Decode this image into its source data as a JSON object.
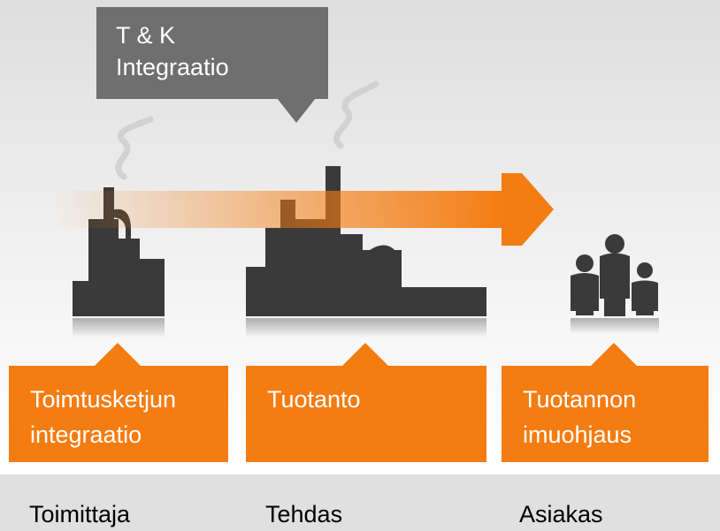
{
  "top_callout": {
    "lines": [
      "T & K",
      "Integraatio"
    ]
  },
  "callouts": [
    {
      "lines": [
        "Toimtusketjun",
        "integraatio"
      ]
    },
    {
      "lines": [
        "Tuotanto",
        ""
      ]
    },
    {
      "lines": [
        "Tuotannon",
        "imuohjaus"
      ]
    }
  ],
  "footer": {
    "labels": [
      "Toimittaja",
      "Tehdas",
      "Asiakas"
    ]
  },
  "colors": {
    "accent": "#f47c10",
    "dark": "#3a3a3a",
    "callout_grey": "#6f6f6f",
    "footer_bg": "#e0e0e0"
  }
}
